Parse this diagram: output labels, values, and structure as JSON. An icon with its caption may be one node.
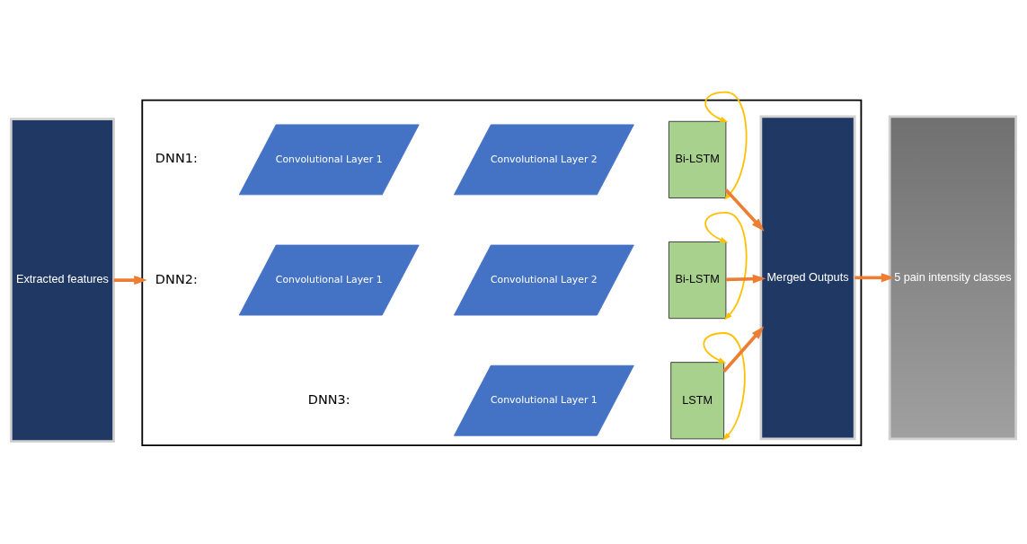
{
  "diagram": {
    "nodes": [
      {
        "text": [
          "Extracted features"
        ]
      },
      {
        "text": [],
        "shape": "box"
      },
      {
        "text": [
          "Convolutional Layer 1"
        ],
        "in": 1
      },
      {
        "text": [
          "Convolutional Layer 2"
        ],
        "in": 1
      },
      {
        "text": [
          "Bi-LSTM"
        ],
        "in": 1
      },
      {
        "text": [
          "Convolutional Layer 1"
        ],
        "in": 1
      },
      {
        "text": [
          "Convolutional Layer 2"
        ],
        "in": 1
      },
      {
        "text": [
          "Bi-LSTM"
        ],
        "in": 1
      },
      {
        "text": [
          "Convolutional Layer 1"
        ],
        "in": 1
      },
      {
        "text": [
          "LSTM"
        ],
        "in": 1
      },
      {
        "text": [
          "Merged Outputs"
        ],
        "in": 1
      },
      {
        "text": [
          "5 pain intensity classes"
        ]
      }
    ],
    "edges": [
      {
        "from": 0,
        "to": 1,
        "arrow": "to"
      },
      {
        "from": 4,
        "to": 4,
        "arrow": "both",
        "color": "#ffc000"
      },
      {
        "from": 4,
        "to": 10,
        "arrow": "to"
      },
      {
        "from": 7,
        "to": 7,
        "arrow": "both",
        "color": "#ffc000"
      },
      {
        "from": 7,
        "to": 10,
        "arrow": "to"
      },
      {
        "from": 9,
        "to": 9,
        "arrow": "both",
        "color": "#ffc000"
      },
      {
        "from": 9,
        "to": 10,
        "arrow": "to"
      },
      {
        "from": 10,
        "to": 11,
        "arrow": "to"
      }
    ],
    "labels": [
      "DNN1:",
      "DNN2:",
      "DNN3:"
    ]
  }
}
